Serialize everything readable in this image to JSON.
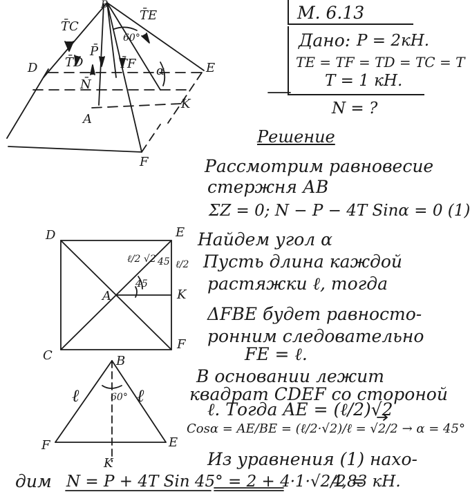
{
  "header": {
    "problem_number": "М. 6.13",
    "given_label": "Дано:",
    "given_p": "P = 2кН.",
    "given_tensions": "TE = TF = TD = TC = T",
    "given_t": "T = 1 кН.",
    "find": "N = ?"
  },
  "figure1": {
    "labels": {
      "top_vertex": "B",
      "vertex_d": "D",
      "vertex_e": "E",
      "vertex_a": "A",
      "vertex_k": "K",
      "vertex_f": "F",
      "tension_c": "T̄C",
      "tension_e": "T̄E",
      "tension_d": "T̄D",
      "tension_f": "T̄F",
      "weight": "P̄",
      "normal": "N̄",
      "angle_60": "60°",
      "angle_alpha": "α"
    }
  },
  "figure2": {
    "labels": {
      "corner_d": "D",
      "corner_e": "E",
      "corner_c": "C",
      "corner_f": "F",
      "center_a": "A",
      "point_k": "K",
      "diag_length": "ℓ/2 √2",
      "angle_45_top": "45",
      "angle_45_bottom": "45",
      "half_side": "ℓ/2"
    }
  },
  "figure3": {
    "labels": {
      "apex_b": "B",
      "left_side": "ℓ",
      "right_side": "ℓ",
      "apex_angle": "60°",
      "corner_f": "F",
      "corner_e": "E",
      "midpoint_k": "K"
    }
  },
  "solution": {
    "heading": "Решение",
    "line1": "Рассмотрим равновесие",
    "line2": "стержня АВ",
    "equation1": "ΣZ = 0;   N − P − 4T Sinα = 0 (1)",
    "line3": "Найдем угол α",
    "line4": "Пусть длина каждой",
    "line5": "растяжки ℓ, тогда",
    "line6": "ΔFBE будет равносто-",
    "line7": "ронним следовательно",
    "line8": "FE = ℓ.",
    "line9": "В основании лежит",
    "line10": "квадрат CDEF со стороной",
    "line11": "ℓ. Тогда AE = (ℓ/2)√2",
    "line12": "Cosα = AE/BE = (ℓ/2·√2)/ℓ = √2/2 → α = 45°",
    "line13": "Из уравнения (1) нахо-",
    "line14_prefix": "дим",
    "final_equation": "N = P + 4T Sin 45° = 2 + 4·1·√2/2 =",
    "answer": "4,83 кН."
  }
}
